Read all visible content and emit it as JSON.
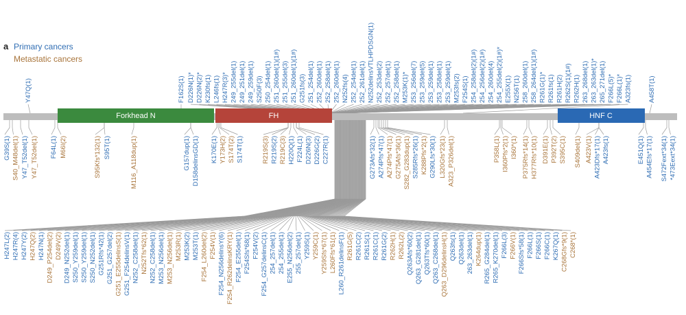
{
  "panel_letter": "a",
  "legend": {
    "primary": "Primary cancers",
    "metastatic": "Metastatic cancers"
  },
  "colors": {
    "primary": "#2f6db3",
    "metastatic": "#a8743a",
    "forkhead": "#3b8a3e",
    "fh": "#b5443a",
    "hnf": "#2a69b4",
    "backbone": "#bdbdbd"
  },
  "domains": [
    {
      "name": "Forkhead N",
      "color": "#3b8a3e"
    },
    {
      "name": "FH",
      "color": "#b5443a"
    },
    {
      "name": "HNF C",
      "color": "#2a69b4"
    }
  ],
  "top_single": [
    [
      "Y47Q(1)",
      "p"
    ],
    [
      "F162S(1)",
      "p"
    ],
    [
      "A458T(1)",
      "p"
    ]
  ],
  "top_labels": [
    [
      "D226N(1)*",
      "p"
    ],
    [
      "D226N(2)*",
      "p"
    ],
    [
      "K230fs(1)",
      "p"
    ],
    [
      "L246fs(1)",
      "p"
    ],
    [
      "H247R(3)*",
      "p"
    ],
    [
      "249_255del(1)",
      "p"
    ],
    [
      "249_251del(1)",
      "p"
    ],
    [
      "249_259del(1)",
      "p"
    ],
    [
      "S250F(3)",
      "p"
    ],
    [
      "250_254del(1)",
      "p"
    ],
    [
      "251_260del(1)(1#)",
      "p"
    ],
    [
      "251_255del(3)",
      "p"
    ],
    [
      "251_260del(1)(1#)",
      "p"
    ],
    [
      "G251fs(3)",
      "p"
    ],
    [
      "251_254del(1)",
      "p"
    ],
    [
      "252_260del(1)",
      "p"
    ],
    [
      "252_258del(1)",
      "p"
    ],
    [
      "252_260del(1)",
      "p"
    ],
    [
      "N252fs(4)",
      "p"
    ],
    [
      "252_254del(1)",
      "p"
    ],
    [
      "252_261del(1)",
      "p"
    ],
    [
      "N252delinsVTLHPDSGN(1)",
      "p"
    ],
    [
      "252_253del(2)",
      "p"
    ],
    [
      "252_257del(1)",
      "p"
    ],
    [
      "252_258del(1)",
      "p"
    ],
    [
      "M253K(1)*",
      "p"
    ],
    [
      "253_256del(7)",
      "p"
    ],
    [
      "253_259del(5)",
      "p"
    ],
    [
      "253_259del(1)",
      "p"
    ],
    [
      "253_258del(1)",
      "p"
    ],
    [
      "253_259del(1)",
      "p"
    ],
    [
      "M253fs(2)",
      "p"
    ],
    [
      "F254S(1)",
      "p"
    ],
    [
      "254_258del(2)(1#)",
      "p"
    ],
    [
      "254_256del(2)(1#)",
      "p"
    ],
    [
      "254_260del(4)",
      "p"
    ],
    [
      "254_255del(2)(1#)*",
      "p"
    ],
    [
      "E255X(1)",
      "p"
    ],
    [
      "N256T(1)",
      "p"
    ],
    [
      "258_260del(1)",
      "p"
    ],
    [
      "258_264del(1)(1#)",
      "p"
    ],
    [
      "R261G(1)*",
      "p"
    ],
    [
      "R261fs(1)",
      "p"
    ],
    [
      "R261H(2)",
      "p"
    ],
    [
      "R262S(1)(1#)",
      "p"
    ],
    [
      "R262H(1)",
      "p"
    ],
    [
      "263_268del(1)",
      "p"
    ],
    [
      "263_263del(1)*",
      "p"
    ],
    [
      "265_271del(1)",
      "p"
    ],
    [
      "F266L(5)*",
      "p"
    ],
    [
      "F266L(1)*",
      "p"
    ],
    [
      "A323fs(1)",
      "p"
    ]
  ],
  "bottom_near": [
    [
      "G39S(1)",
      "p"
    ],
    [
      "S40_M48del(1)",
      "m"
    ],
    [
      "Y47_T52del(1)",
      "p"
    ],
    [
      "Y47_T52del(1)",
      "m"
    ],
    [
      "F64L(1)",
      "p"
    ],
    [
      "M66I(2)",
      "m"
    ],
    [
      "S95Kfs*132(1)",
      "m"
    ],
    [
      "S95T(1)",
      "p"
    ],
    [
      "M116_A118dup(1)",
      "m"
    ],
    [
      "G157dup(1)",
      "p"
    ],
    [
      "D158delinsGD(1)",
      "p"
    ],
    [
      "K170E(1)",
      "p"
    ],
    [
      "Y173H(2)",
      "m"
    ],
    [
      "S174T(2)",
      "m"
    ],
    [
      "S174T(1)",
      "p"
    ],
    [
      "R219S(3)",
      "m"
    ],
    [
      "R219S(2)",
      "p"
    ],
    [
      "R219C(3)",
      "m"
    ],
    [
      "H220Q(1)",
      "p"
    ],
    [
      "F224L(1)",
      "p"
    ],
    [
      "D226N(3)",
      "p"
    ],
    [
      "D226G(2)",
      "p"
    ],
    [
      "C227R(1)",
      "p"
    ],
    [
      "G273Afs*32(1)",
      "p"
    ],
    [
      "A274Pfs*47(1)",
      "p"
    ],
    [
      "A274Pfs*47(1)",
      "m"
    ],
    [
      "G275Afs*36(1)",
      "m"
    ],
    [
      "S282_G283dup(1)",
      "m"
    ],
    [
      "S285Rfs*26(1)",
      "p"
    ],
    [
      "K288Pfs*2(1)",
      "m"
    ],
    [
      "G290Lfs*30(1)",
      "p"
    ],
    [
      "L320Gfs*23(1)",
      "m"
    ],
    [
      "A323_P326del(1)",
      "m"
    ],
    [
      "P358L(1)",
      "m"
    ],
    [
      "I360Pfs*2(1)",
      "m"
    ],
    [
      "I360*(1)",
      "m"
    ],
    [
      "P375Rfs*14(1)",
      "m"
    ],
    [
      "H377Rfs*10(1)",
      "m"
    ],
    [
      "D391E(1)",
      "m"
    ],
    [
      "P392T(2)",
      "m"
    ],
    [
      "S395C(1)",
      "m"
    ],
    [
      "S409del(1)",
      "m"
    ],
    [
      "A423V(1)",
      "m"
    ],
    [
      "A423Dfs*17(1)",
      "p"
    ],
    [
      "A423fs(1)",
      "p"
    ],
    [
      "E451Q(1)",
      "p"
    ],
    [
      "A454Efs*17(1)",
      "p"
    ],
    [
      "S472Fext*34(1)",
      "p"
    ],
    [
      "*473Eext*34(1)",
      "p"
    ]
  ],
  "bottom_far": [
    [
      "H247L(2)",
      "p"
    ],
    [
      "H247R(4)",
      "p"
    ],
    [
      "H247Y(2)",
      "p"
    ],
    [
      "H247Q(2)",
      "m"
    ],
    [
      "H247N(1)",
      "p"
    ],
    [
      "D249_P254del(2)",
      "m"
    ],
    [
      "D249V(2)",
      "m"
    ],
    [
      "D249_N252del(1)",
      "p"
    ],
    [
      "S250_Y259del(1)",
      "p"
    ],
    [
      "S250_Y259del(1)",
      "p"
    ],
    [
      "S250_N252del(1)",
      "p"
    ],
    [
      "G251Rfs*42(1)",
      "p"
    ],
    [
      "G251_G257del(2)",
      "p"
    ],
    [
      "G251_E255delinsS(1)",
      "m"
    ],
    [
      "G251_F254delinsV(1)",
      "p"
    ],
    [
      "N252_C258del(1)",
      "p"
    ],
    [
      "N252Tfs*62(1)",
      "m"
    ],
    [
      "N252_C258del(1)",
      "p"
    ],
    [
      "M253_N256del(1)",
      "p"
    ],
    [
      "M253_N256del(1)",
      "m"
    ],
    [
      "M253R(1)",
      "m"
    ],
    [
      "M253K(2)",
      "p"
    ],
    [
      "M253T(1)",
      "p"
    ],
    [
      "F254_L260del(2)",
      "m"
    ],
    [
      "F254V(1)",
      "m"
    ],
    [
      "F254_N256delinsY(6)",
      "p"
    ],
    [
      "F254_R262delinsKRY(1)",
      "m"
    ],
    [
      "F254_E255del(1)",
      "p"
    ],
    [
      "F254Sfs*68(1)",
      "p"
    ],
    [
      "F254V(2)",
      "p"
    ],
    [
      "F254_G257delinsC(1)",
      "p"
    ],
    [
      "254_257del(1)",
      "p"
    ],
    [
      "254_255del(1)",
      "p"
    ],
    [
      "E255_N256del(2)",
      "p"
    ],
    [
      "255_257del(1)",
      "p"
    ],
    [
      "Y259S(1)",
      "p"
    ],
    [
      "Y259C(1)",
      "m"
    ],
    [
      "Y259Sfs*67(1)",
      "m"
    ],
    [
      "L260Ffs*61(1)",
      "m"
    ],
    [
      "L260_R261delinsF(1)",
      "p"
    ],
    [
      "R261G(5)",
      "m"
    ],
    [
      "R261C(2)",
      "p"
    ],
    [
      "R261S(1)",
      "p"
    ],
    [
      "R261C(1)",
      "p"
    ],
    [
      "R261G(2)",
      "p"
    ],
    [
      "R262H(1)",
      "m"
    ],
    [
      "R262L(2)",
      "m"
    ],
    [
      "Q263Afs*60(2)",
      "p"
    ],
    [
      "Q263_G281del(1)",
      "p"
    ],
    [
      "Q263Tfs*60(1)",
      "p"
    ],
    [
      "Q263_C268del(1)",
      "p"
    ],
    [
      "Q263_D296delinsH(1)",
      "m"
    ],
    [
      "Q263fs(1)",
      "p"
    ],
    [
      "Q263del(1)",
      "p"
    ],
    [
      "263_263del(1)",
      "p"
    ],
    [
      "K264dup(1)",
      "m"
    ],
    [
      "R265_G284del(1)",
      "p"
    ],
    [
      "R265_K270del(1)",
      "p"
    ],
    [
      "F266L(3)",
      "p"
    ],
    [
      "F266V(1)",
      "m"
    ],
    [
      "F266Sfs*58(1)",
      "p"
    ],
    [
      "F266L(1)",
      "p"
    ],
    [
      "F266S(1)",
      "p"
    ],
    [
      "F266C(1)",
      "p"
    ],
    [
      "K267Q(1)",
      "p"
    ],
    [
      "C268Gfs*9(1)",
      "m"
    ],
    [
      "C268*(1)",
      "m"
    ]
  ]
}
